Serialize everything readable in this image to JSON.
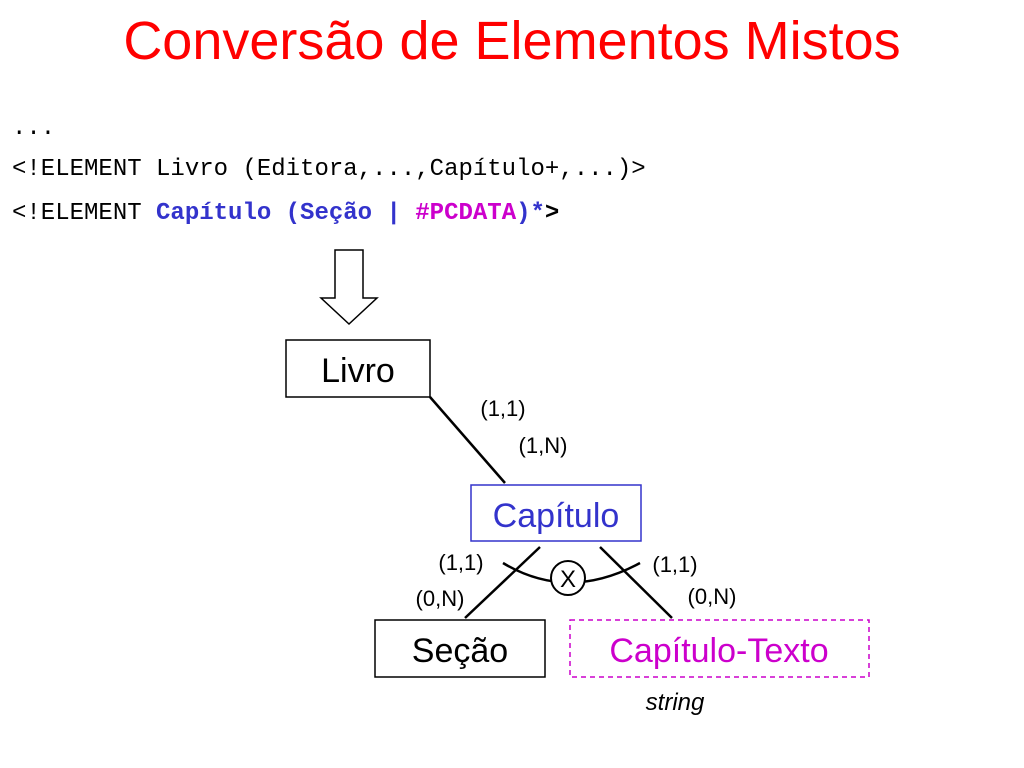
{
  "title": "Conversão de Elementos Mistos",
  "code": {
    "line1": "...",
    "line2": "<!ELEMENT Livro (Editora,...,Capítulo+,...)>",
    "line3_prefix": "<!ELEMENT ",
    "line3_name": "Capítulo",
    "line3_group_open": " (Seção | ",
    "line3_pcdata": "#PCDATA",
    "line3_group_close": ")",
    "line3_star": "*",
    "line3_end": ">"
  },
  "diagram": {
    "entities": {
      "livro": "Livro",
      "capitulo": "Capítulo",
      "secao": "Seção",
      "capitulo_texto": "Capítulo-Texto"
    },
    "cardinalities": {
      "livro_side": "(1,1)",
      "capitulo_side": "(1,N)",
      "capitulo_to_secao": "(1,1)",
      "secao_side": "(0,N)",
      "capitulo_to_texto": "(1,1)",
      "texto_side": "(0,N)"
    },
    "exclusion_symbol": "X",
    "attribute_type": "string"
  },
  "colors": {
    "title": "#ff0000",
    "blue": "#3333cc",
    "magenta": "#cc00cc",
    "black": "#000000"
  }
}
